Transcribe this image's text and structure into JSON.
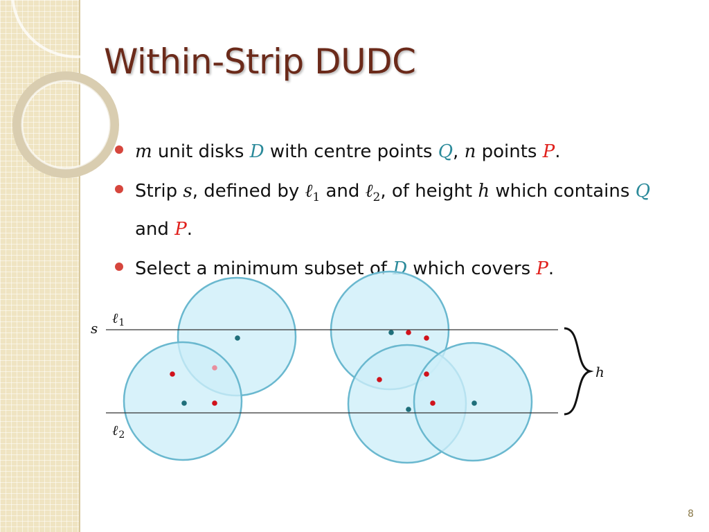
{
  "title": "Within-Strip DUDC",
  "page_number": "8",
  "bullets": {
    "b1": {
      "var_m": "m",
      "t1": " unit disks ",
      "var_D": "D",
      "t2": " with centre points ",
      "var_Q": "Q",
      "t3": ", ",
      "var_n": "n",
      "t4": " points ",
      "var_P": "P",
      "t5": "."
    },
    "b2": {
      "t1": "Strip ",
      "var_s": "s",
      "t2": ", defined by ",
      "l1": "ℓ",
      "l1_sub": "1",
      "t3": " and ",
      "l2": "ℓ",
      "l2_sub": "2",
      "t4": ", of height ",
      "var_h": "h",
      "t5": " which contains ",
      "var_Q": "Q",
      "t6": " and ",
      "var_P": "P",
      "t7": "."
    },
    "b3": {
      "t1": "Select a minimum subset of ",
      "var_D": "D",
      "t2": " which covers ",
      "var_P": "P",
      "t3": "."
    }
  },
  "diagram": {
    "strip_label": "s",
    "line_top_label": "ℓ",
    "line_top_sub": "1",
    "line_bottom_label": "ℓ",
    "line_bottom_sub": "2",
    "height_label": "h",
    "colors": {
      "disk_fill": "#cdeef9",
      "disk_stroke": "#6ab8cf",
      "center_point": "#1f6f7a",
      "point_P": "#d0121b",
      "strip_line": "#333333",
      "accent_bullet": "#d6463d",
      "title": "#6b2a1a",
      "teal_math": "#2b8a9a",
      "red_math": "#e0201c"
    }
  }
}
